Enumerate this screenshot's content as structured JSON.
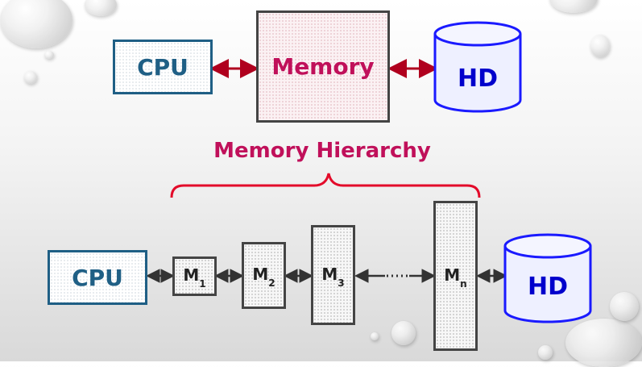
{
  "top": {
    "cpu": "CPU",
    "memory": "Memory",
    "hd": "HD"
  },
  "hierarchy_title": "Memory Hierarchy",
  "bottom": {
    "cpu": "CPU",
    "levels": [
      {
        "base": "M",
        "sub": "1"
      },
      {
        "base": "M",
        "sub": "2"
      },
      {
        "base": "M",
        "sub": "3"
      },
      {
        "base": "M",
        "sub": "n"
      }
    ],
    "hd": "HD"
  },
  "colors": {
    "cpu": "#1f5f85",
    "memory_text": "#c0105a",
    "hd": "#0000cc",
    "arrow_red": "#b0001e",
    "arrow_dark": "#333333"
  }
}
